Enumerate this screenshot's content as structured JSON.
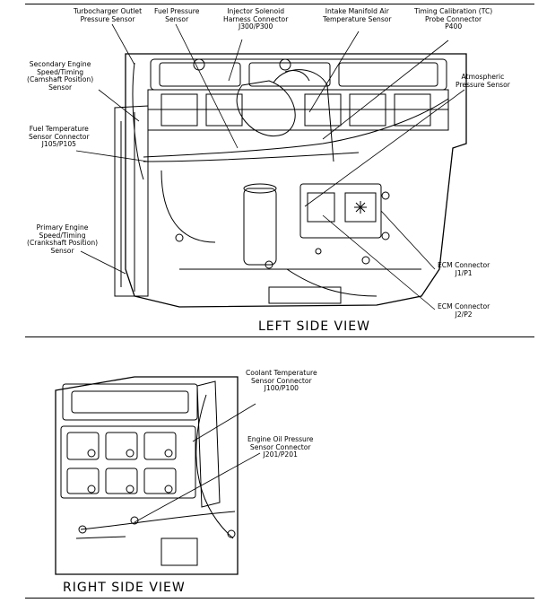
{
  "diagram": {
    "left_view": {
      "title": "LEFT SIDE VIEW",
      "callouts": [
        {
          "id": "turbo",
          "lines": [
            "Turbocharger Outlet",
            "Pressure Sensor"
          ]
        },
        {
          "id": "fuelp",
          "lines": [
            "Fuel Pressure",
            "Sensor"
          ]
        },
        {
          "id": "injector",
          "lines": [
            "Injector Solenoid",
            "Harness Connector",
            "J300/P300"
          ]
        },
        {
          "id": "intake",
          "lines": [
            "Intake Manifold Air",
            "Temperature Sensor"
          ]
        },
        {
          "id": "timing",
          "lines": [
            "Timing Calibration (TC)",
            "Probe Connector",
            "P400"
          ]
        },
        {
          "id": "secondary",
          "lines": [
            "Secondary Engine",
            "Speed/Timing",
            "(Camshaft Position)",
            "Sensor"
          ]
        },
        {
          "id": "atmo",
          "lines": [
            "Atmospheric",
            "Pressure Sensor"
          ]
        },
        {
          "id": "fueltemp",
          "lines": [
            "Fuel Temperature",
            "Sensor Connector",
            "J105/P105"
          ]
        },
        {
          "id": "primary",
          "lines": [
            "Primary Engine",
            "Speed/Timing",
            "(Crankshaft Position)",
            "Sensor"
          ]
        },
        {
          "id": "ecm1",
          "lines": [
            "ECM Connector",
            "J1/P1"
          ]
        },
        {
          "id": "ecm2",
          "lines": [
            "ECM Connector",
            "J2/P2"
          ]
        }
      ]
    },
    "right_view": {
      "title": "RIGHT SIDE VIEW",
      "callouts": [
        {
          "id": "coolant",
          "lines": [
            "Coolant Temperature",
            "Sensor Connector",
            "J100/P100"
          ]
        },
        {
          "id": "oil",
          "lines": [
            "Engine Oil Pressure",
            "Sensor Connector",
            "J201/P201"
          ]
        }
      ]
    }
  }
}
